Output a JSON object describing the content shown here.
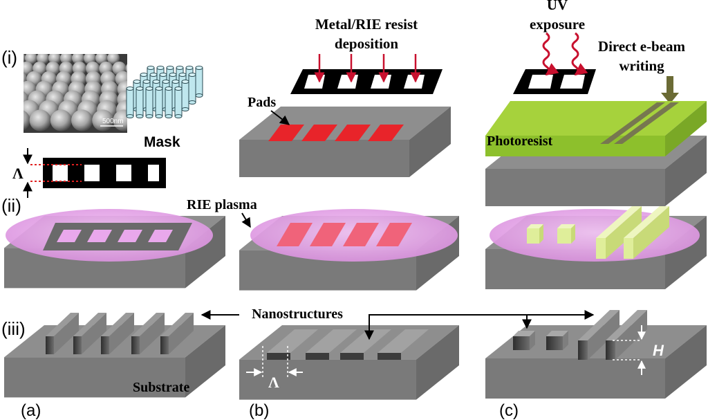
{
  "row_labels": [
    "(i)",
    "(ii)",
    "(iii)"
  ],
  "panel_labels": [
    "(a)",
    "(b)",
    "(c)"
  ],
  "sem_scale": "500nm",
  "mask_title": "Mask",
  "lambda": "Λ",
  "height_symbol": "H",
  "deposition_line1": "Metal/RIE resist",
  "deposition_line2": "deposition",
  "pads": "Pads",
  "uv_line1": "UV",
  "uv_line2": "exposure",
  "ebeam_line1": "Direct e-beam",
  "ebeam_line2": "writing",
  "photoresist": "Photoresist",
  "rie_plasma": "RIE plasma",
  "nanostructures": "Nanostructures",
  "substrate": "Substrate",
  "colors": {
    "substrate_top": "#8e8e8e",
    "substrate_front": "#7a7a7a",
    "substrate_side": "#6a6a6a",
    "pad_red": "#e8242a",
    "plasma_pink": "#e9a8ec",
    "photoresist_green": "#a6d23c",
    "resist_block": "#dfee9a",
    "uv_arrow": "#c8102e",
    "ebeam_arrow": "#6b6b35"
  }
}
